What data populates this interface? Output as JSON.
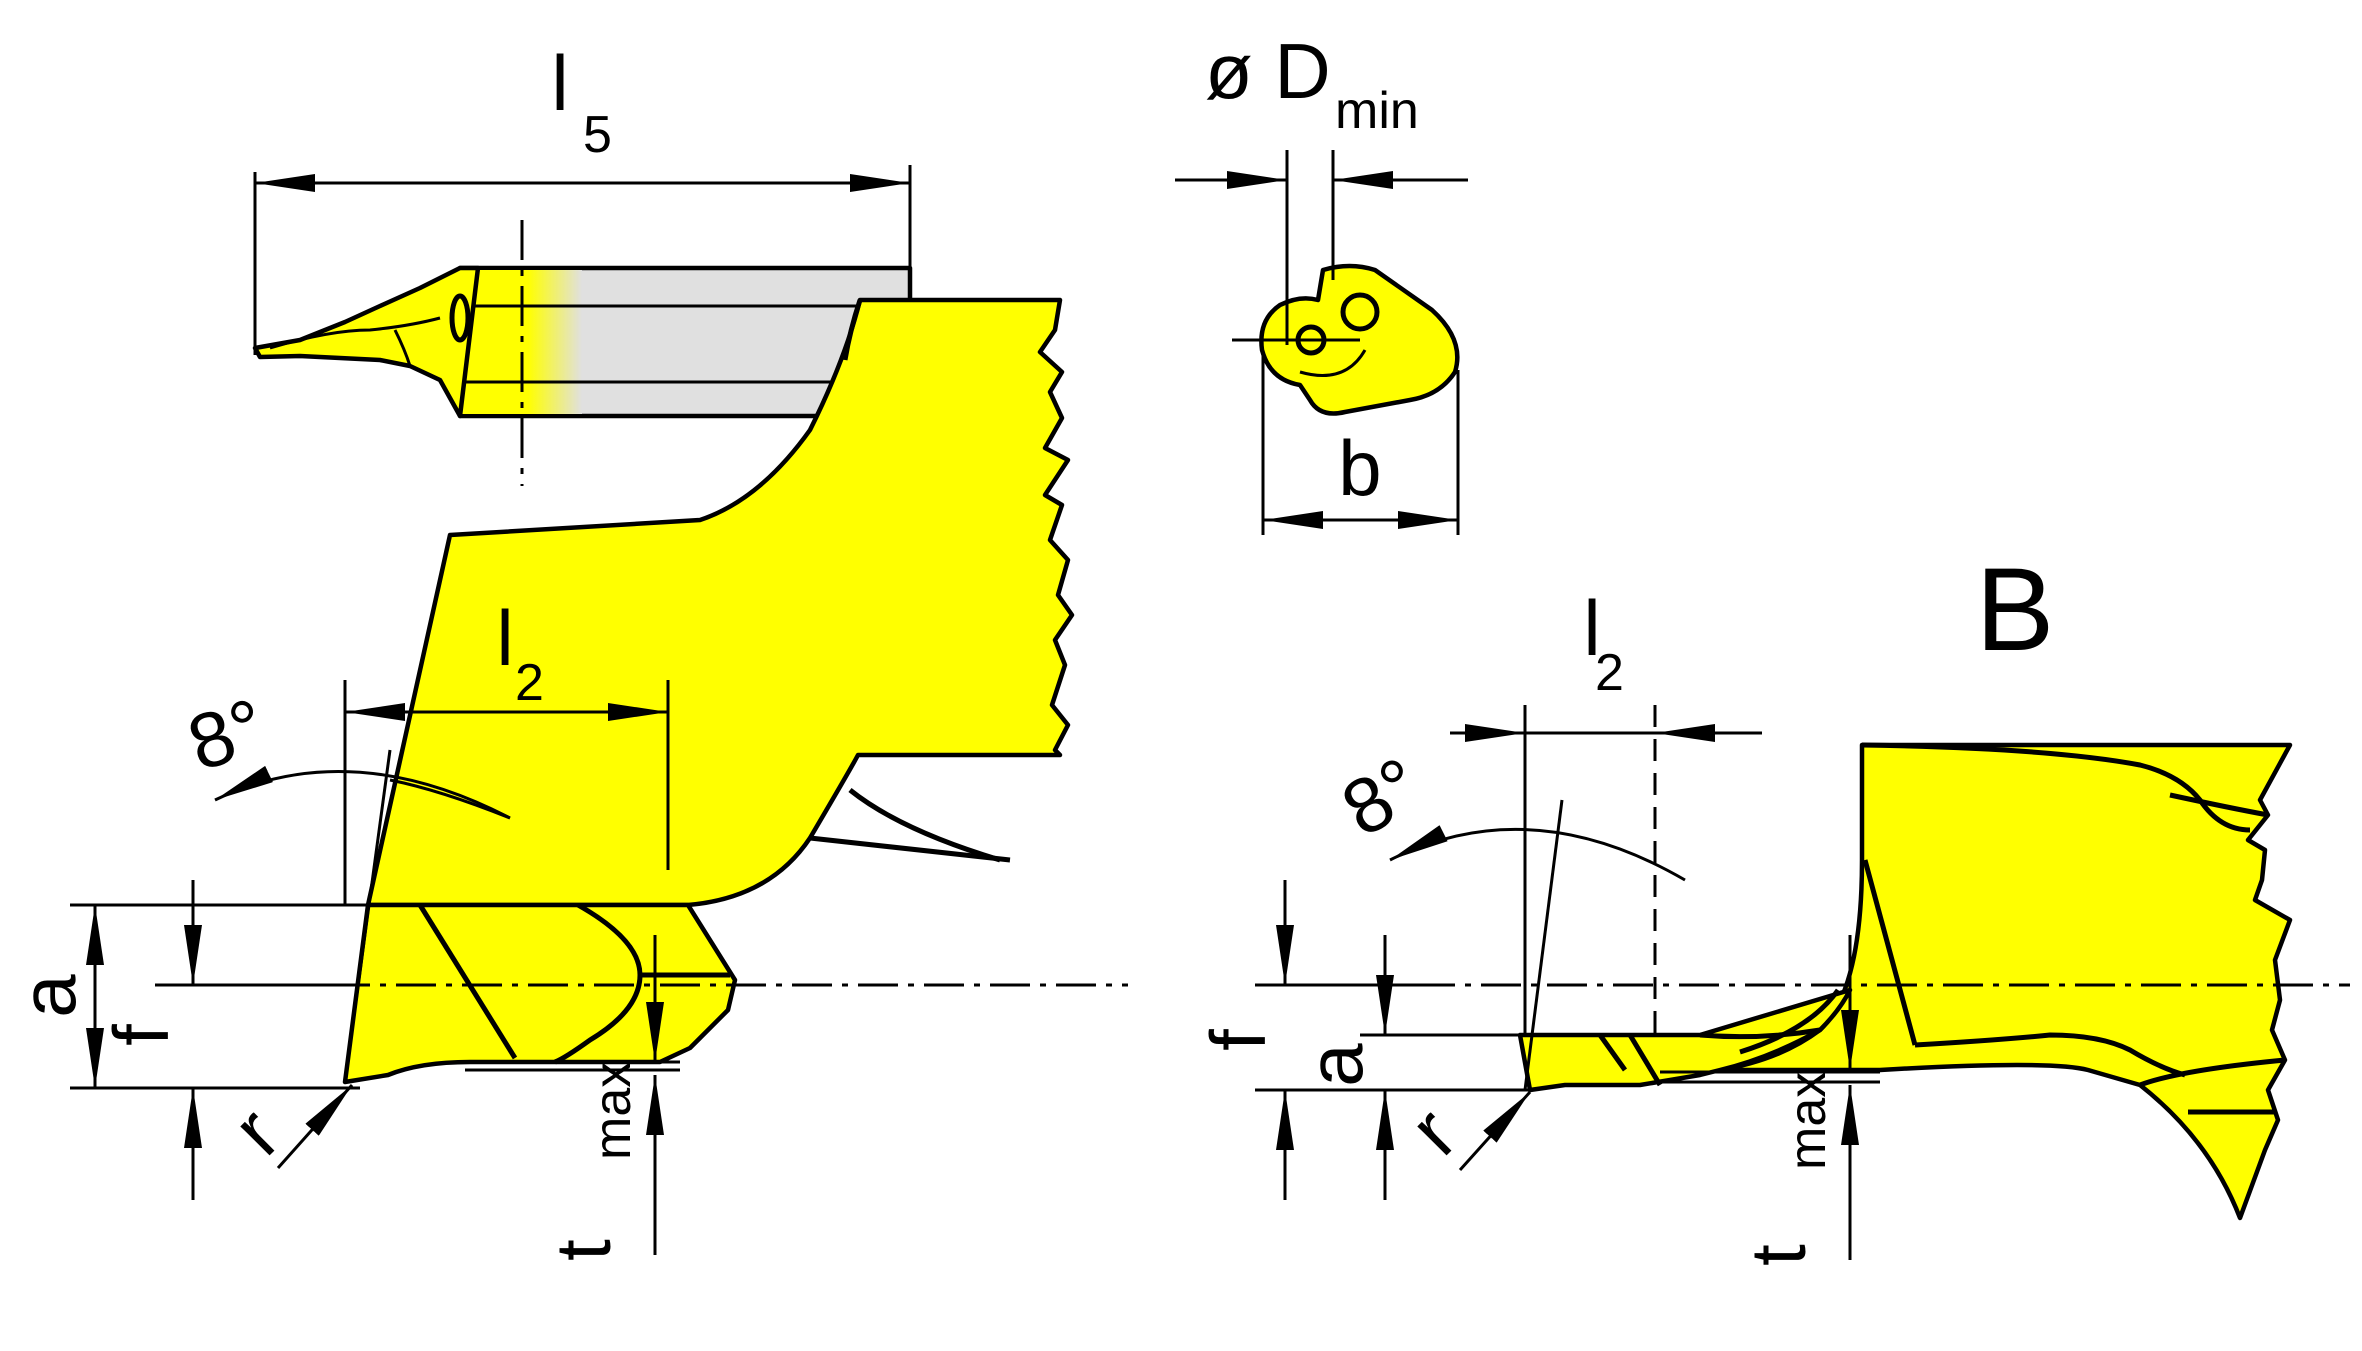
{
  "colors": {
    "body": "#FFFF00",
    "shank": "#E0E0E0",
    "line": "#000000",
    "background": "#FFFFFF"
  },
  "top_left": {
    "dim_l5": {
      "main": "l",
      "sub": "5"
    }
  },
  "top_right": {
    "dim_d": {
      "prefix": "ø D",
      "sub": "min"
    },
    "dim_b": "b"
  },
  "view_a": {
    "title": "A",
    "dim_l2": {
      "main": "l",
      "sub": "2"
    },
    "angle": "8°",
    "dim_a": "a",
    "dim_f": "f",
    "dim_r": "r",
    "dim_t": {
      "main": "t",
      "sub": "max"
    }
  },
  "view_b": {
    "title": "B",
    "dim_l2": {
      "main": "l",
      "sub": "2"
    },
    "angle": "8°",
    "dim_a": "a",
    "dim_f": "f",
    "dim_r": "r",
    "dim_t": {
      "main": "t",
      "sub": "max"
    }
  }
}
